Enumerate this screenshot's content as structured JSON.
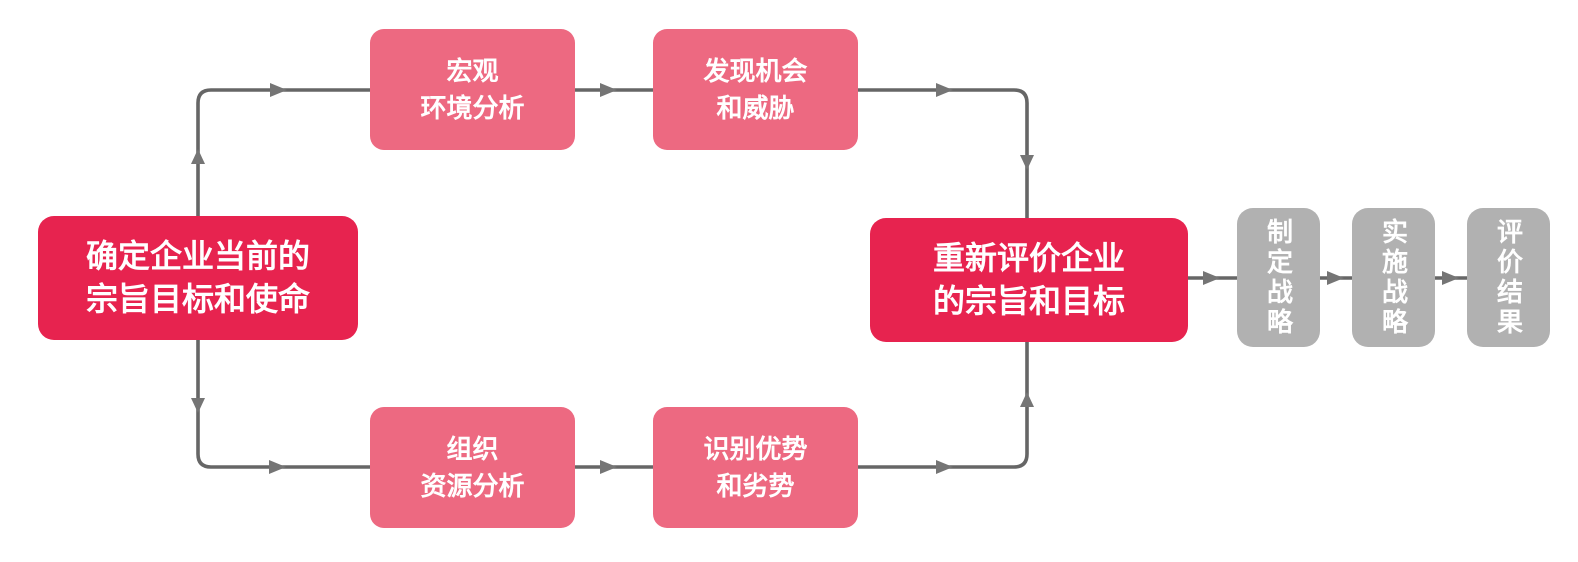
{
  "diagram": {
    "type": "flowchart",
    "colors": {
      "primary_red": "#E7234F",
      "pink": "#ED6981",
      "gray": "#B1B1B1",
      "connector": "#666666",
      "arrowhead": "#757575",
      "node_text": "#FFFFFF",
      "background": "#FFFFFF"
    },
    "nodes": {
      "current_mission": {
        "label": "确定企业当前的宗旨目标和使命",
        "lines": [
          "确定企业当前的",
          "宗旨目标和使命"
        ]
      },
      "macro_analysis": {
        "label": "宏观环境分析",
        "lines": [
          "宏观",
          "环境分析"
        ]
      },
      "opportunities_threats": {
        "label": "发现机会和威胁",
        "lines": [
          "发现机会",
          "和威胁"
        ]
      },
      "org_resource_analysis": {
        "label": "组织资源分析",
        "lines": [
          "组织",
          "资源分析"
        ]
      },
      "strengths_weaknesses": {
        "label": "识别优势和劣势",
        "lines": [
          "识别优势",
          "和劣势"
        ]
      },
      "reevaluate_mission": {
        "label": "重新评价企业的宗旨和目标",
        "lines": [
          "重新评价企业",
          "的宗旨和目标"
        ]
      },
      "formulate_strategy": {
        "label": "制定战略"
      },
      "implement_strategy": {
        "label": "实施战略"
      },
      "evaluate_results": {
        "label": "评价结果"
      }
    },
    "edges": [
      {
        "from": "current_mission",
        "to": "macro_analysis"
      },
      {
        "from": "macro_analysis",
        "to": "opportunities_threats"
      },
      {
        "from": "opportunities_threats",
        "to": "reevaluate_mission"
      },
      {
        "from": "current_mission",
        "to": "org_resource_analysis"
      },
      {
        "from": "org_resource_analysis",
        "to": "strengths_weaknesses"
      },
      {
        "from": "strengths_weaknesses",
        "to": "reevaluate_mission"
      },
      {
        "from": "reevaluate_mission",
        "to": "formulate_strategy"
      },
      {
        "from": "formulate_strategy",
        "to": "implement_strategy"
      },
      {
        "from": "implement_strategy",
        "to": "evaluate_results"
      }
    ]
  }
}
